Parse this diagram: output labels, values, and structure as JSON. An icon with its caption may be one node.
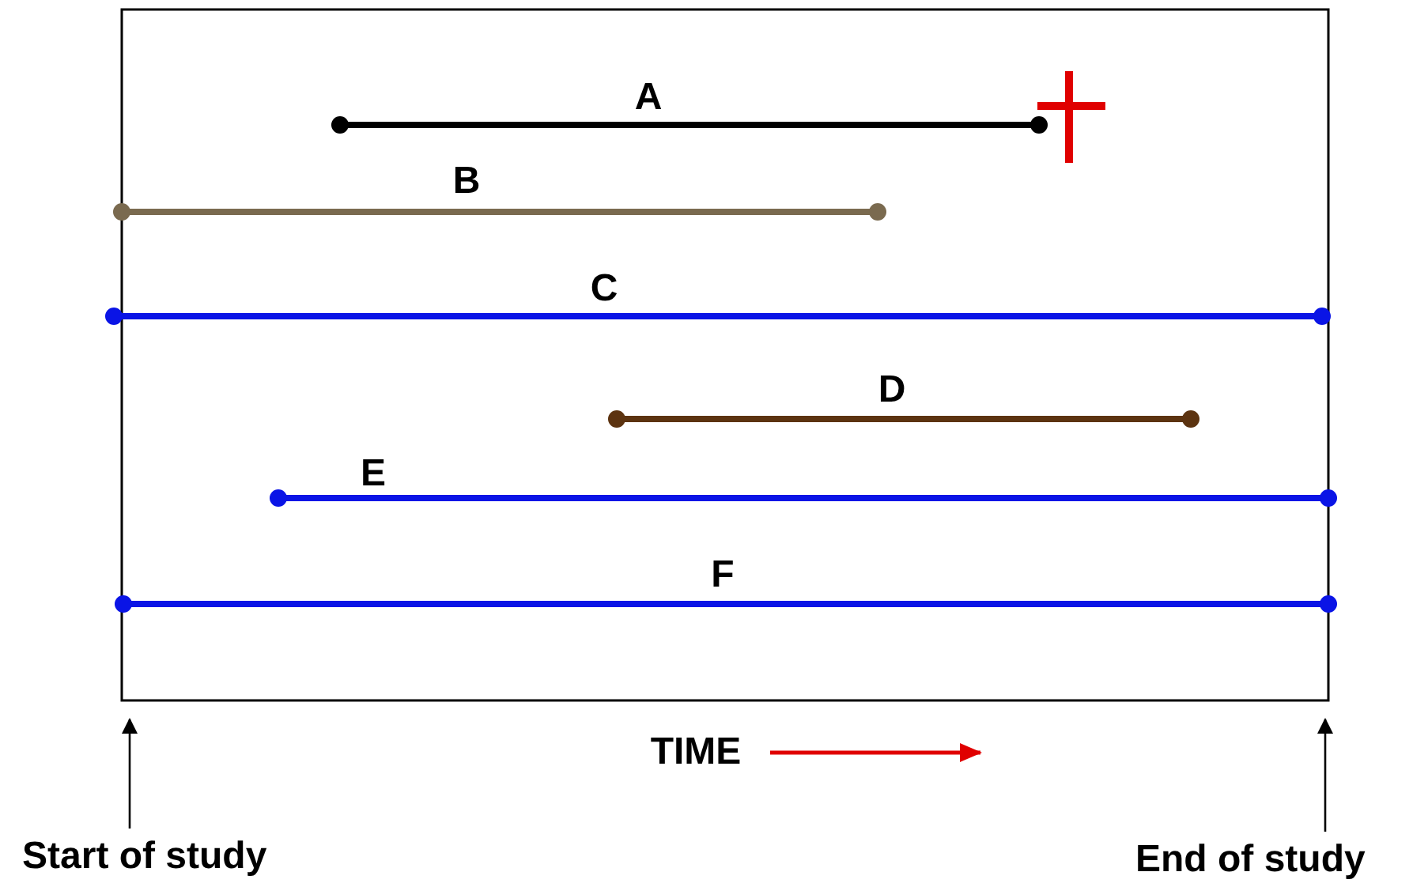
{
  "diagram": {
    "nodes": [
      {
        "text": [
          "Start of study"
        ]
      },
      {
        "text": [
          "End of study"
        ]
      }
    ],
    "edges": [
      {
        "from": 0,
        "to": null,
        "arrow": "to"
      },
      {
        "from": 1,
        "to": null,
        "arrow": "to"
      }
    ],
    "labels": [
      "A",
      "B",
      "C",
      "D",
      "E",
      "F",
      "TIME"
    ]
  }
}
